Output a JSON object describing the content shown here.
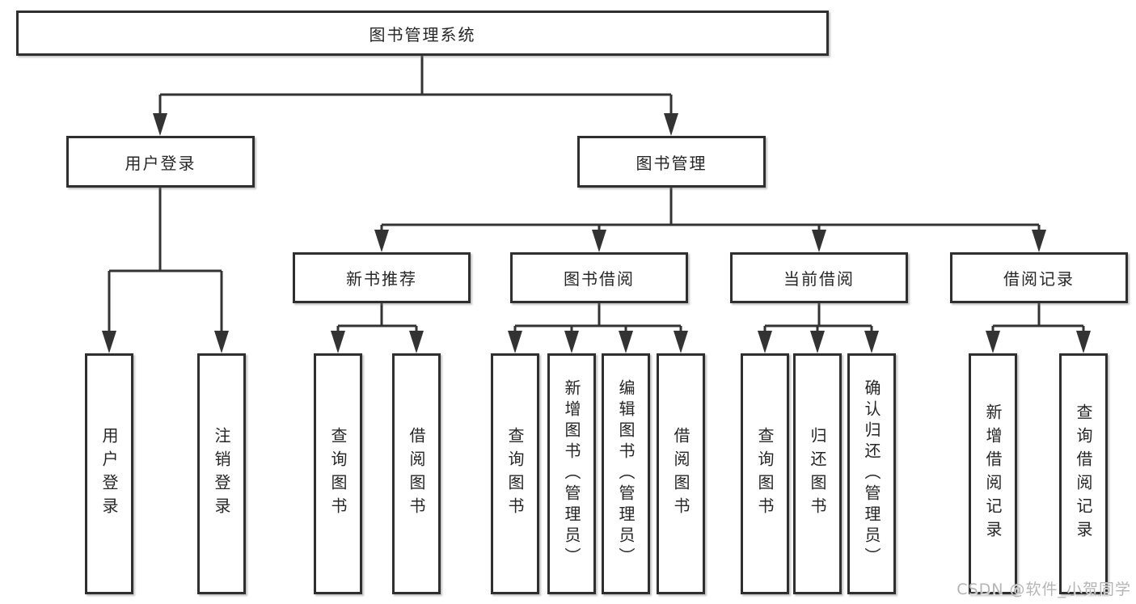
{
  "root": {
    "label": "图书管理系统"
  },
  "level1": [
    {
      "label": "用户登录"
    },
    {
      "label": "图书管理"
    }
  ],
  "level2": [
    {
      "label": "新书推荐"
    },
    {
      "label": "图书借阅"
    },
    {
      "label": "当前借阅"
    },
    {
      "label": "借阅记录"
    }
  ],
  "leaves": {
    "login": [
      "用户登录",
      "注销登录"
    ],
    "recommend": [
      "查询图书",
      "借阅图书"
    ],
    "borrow": [
      "查询图书",
      "新增图书（管理员）",
      "编辑图书（管理员）",
      "借阅图书"
    ],
    "current": [
      "查询图书",
      "归还图书",
      "确认归还（管理员）"
    ],
    "records": [
      "新增借阅记录",
      "查询借阅记录"
    ]
  },
  "watermark": "CSDN @软件_小贺同学",
  "colors": {
    "line": "#333333",
    "box_border": "#2f2f2f",
    "text": "#262626",
    "watermark": "#b5b5b5"
  }
}
